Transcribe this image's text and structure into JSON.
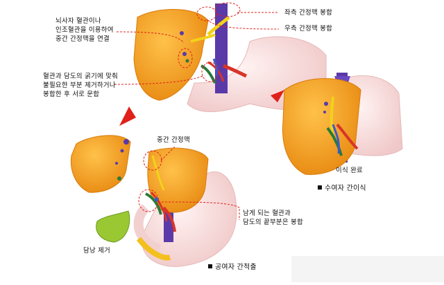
{
  "labels": {
    "top_left_note": [
      "뇌사자 혈관이나",
      "인조혈관을 이용하여",
      "중간 간정맥을 연결"
    ],
    "left_vein_join": "좌측 간정맥 봉합",
    "right_vein_join": "우측 간정맥 봉합",
    "duct_note": [
      "혈관과 담도의 굵기에 맞춰",
      "불필요한 부분 제거하거나",
      "봉합한 후 서로 문합"
    ],
    "middle_vein": "중간 간정맥",
    "remaining_note": [
      "남게 되는 혈관과",
      "담도의 끝부분은 봉합"
    ],
    "gallbladder": "담낭 제거",
    "done": "이식 완료",
    "recipient_caption": "수여자 간이식",
    "donor_caption": "공여자 간적출"
  },
  "colors": {
    "liver": "#f5a020",
    "liver_edge": "#d97a0a",
    "vein": "#5a3aa8",
    "artery": "#d8342a",
    "bile_duct": "#f2d21a",
    "portal": "#2a7a3a",
    "gallbladder": "#9ac832",
    "stomach": "#f7dede",
    "arrow": "#e0201a",
    "dashed": "#e0201a"
  },
  "icons": [
    "forward-arrow-icon",
    "forward-arrow-icon"
  ]
}
